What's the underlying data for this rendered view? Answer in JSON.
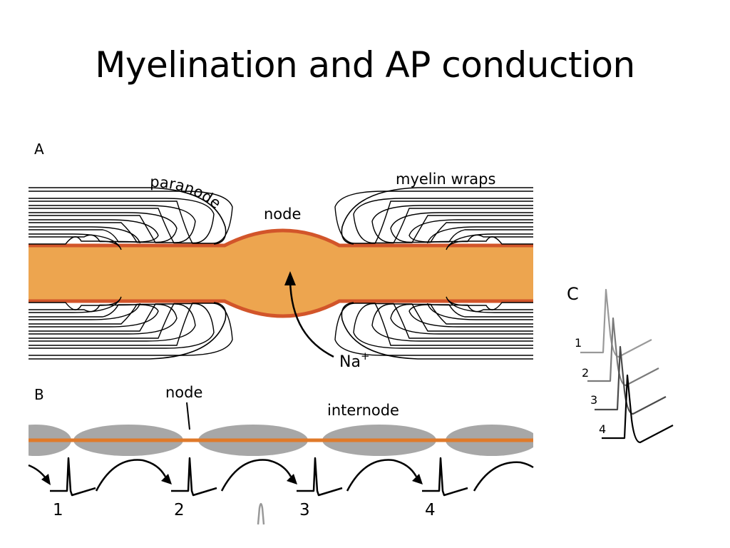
{
  "slide": {
    "title": "Myelination and AP conduction"
  },
  "panel_a": {
    "letter": "A",
    "labels": {
      "paranode": "paranode",
      "node": "node",
      "myelin_wraps": "myelin wraps",
      "ion": "Na",
      "ion_charge": "+"
    }
  },
  "panel_b": {
    "letter": "B",
    "labels": {
      "node": "node",
      "internode": "internode"
    },
    "recording_sites": [
      "1",
      "2",
      "3",
      "4"
    ]
  },
  "panel_c": {
    "letter": "C",
    "traces": [
      "1",
      "2",
      "3",
      "4"
    ]
  },
  "colors": {
    "axon_fill": "#eda54f",
    "axon_border": "#d2552a",
    "myelin_gray": "#a7a7a7",
    "axon_line_b": "#e07a2a",
    "trace_1": "#999999",
    "trace_2": "#7a7a7a",
    "trace_3": "#4a4a4a",
    "trace_4": "#000000"
  }
}
